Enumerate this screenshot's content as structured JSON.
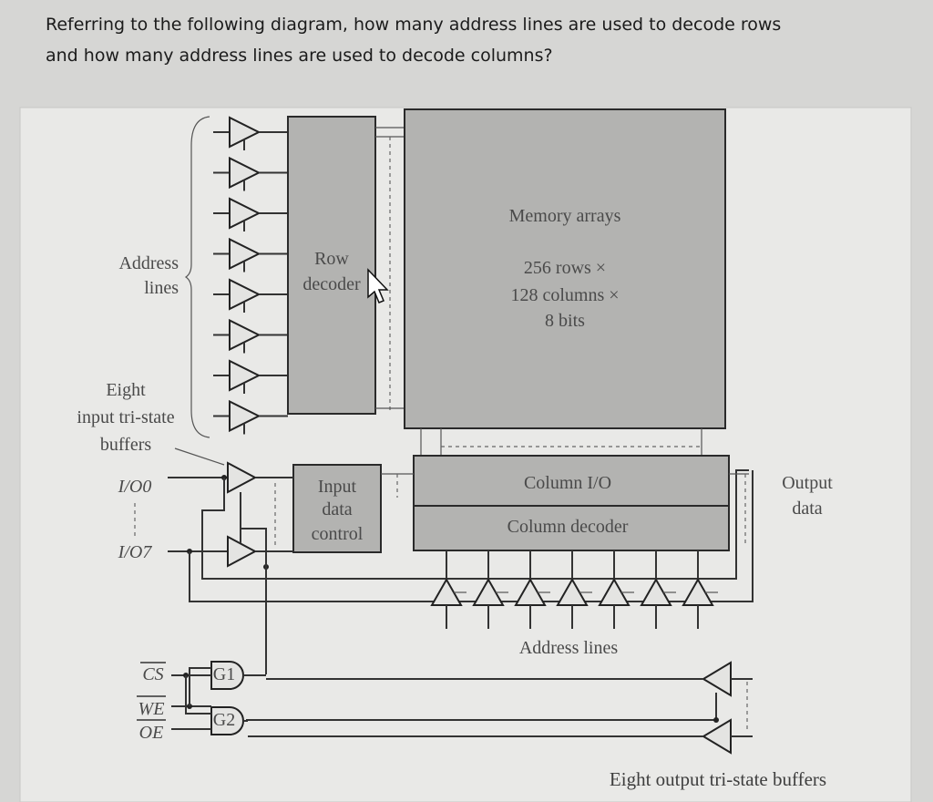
{
  "question": {
    "line1": "Referring to the following diagram, how many  address lines are used to decode rows",
    "line2": "and how many address lines are used to decode columns?"
  },
  "diagram": {
    "address_lines_label": [
      "Address",
      "lines"
    ],
    "row_decoder": [
      "Row",
      "decoder"
    ],
    "memory": [
      "Memory arrays",
      "256 rows ×",
      "128 columns ×",
      "8 bits"
    ],
    "input_buffers": [
      "Eight",
      "input tri-state",
      "buffers"
    ],
    "io0": "I/O0",
    "io7": "I/O7",
    "input_data_control": [
      "Input",
      "data",
      "control"
    ],
    "column_io": "Column I/O",
    "column_decoder": "Column decoder",
    "output_data": [
      "Output",
      "data"
    ],
    "bottom_address_lines": "Address lines",
    "cs": "CS",
    "we": "WE",
    "oe": "OE",
    "g1": "G1",
    "g2": "G2",
    "output_buffers": "Eight output tri-state buffers"
  }
}
